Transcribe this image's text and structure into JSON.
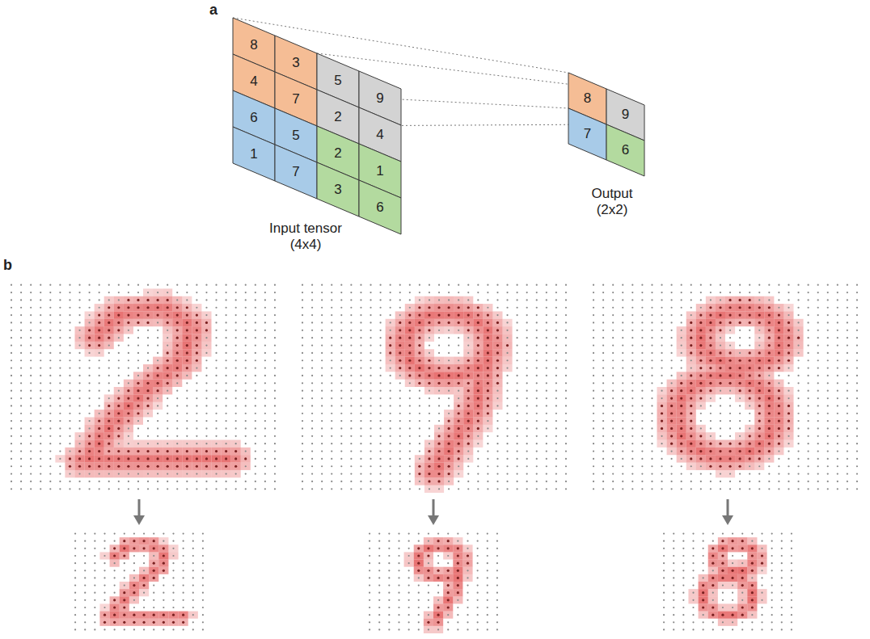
{
  "diagram": {
    "nodes": [
      {
        "text": [
          "8"
        ]
      },
      {
        "text": [
          "3"
        ]
      },
      {
        "text": [
          "5"
        ]
      },
      {
        "text": [
          "9"
        ]
      },
      {
        "text": [
          "4"
        ]
      },
      {
        "text": [
          "7"
        ]
      },
      {
        "text": [
          "2"
        ]
      },
      {
        "text": [
          "4"
        ]
      },
      {
        "text": [
          "6"
        ]
      },
      {
        "text": [
          "5"
        ]
      },
      {
        "text": [
          "2"
        ]
      },
      {
        "text": [
          "1"
        ]
      },
      {
        "text": [
          "1"
        ]
      },
      {
        "text": [
          "7"
        ]
      },
      {
        "text": [
          "3"
        ]
      },
      {
        "text": [
          "6"
        ]
      },
      {
        "text": [
          "8"
        ]
      },
      {
        "text": [
          "9"
        ]
      },
      {
        "text": [
          "7"
        ]
      },
      {
        "text": [
          "6"
        ]
      }
    ],
    "edges": [],
    "labels": [
      "a",
      "Output (2x2)",
      "Input tensor (4x4)",
      "b"
    ]
  }
}
